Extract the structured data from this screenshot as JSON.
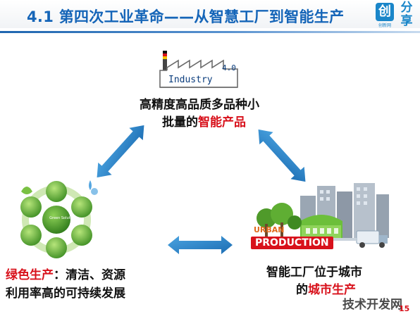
{
  "header": {
    "title": "4.1 第四次工业革命——从智慧工厂到智能生产",
    "logo_mark": "创",
    "logo_word": "分享",
    "logo_sub": "创新网"
  },
  "top_node": {
    "industry_label": "Industry",
    "industry_version": "4.0",
    "line1": "高精度高品质多品种小",
    "line2_plain": "批量的",
    "line2_highlight": "智能产品"
  },
  "left_node": {
    "line1_highlight": "绿色生产",
    "line1_plain": "：清洁、资源",
    "line2": "利用率高的可持续发展",
    "circle_labels": [
      "Green Solutions"
    ]
  },
  "right_node": {
    "banner_top": "URBAN",
    "banner_main": "PRODUCTION",
    "line1": "智能工厂位于城市",
    "line2_plain": "的",
    "line2_highlight": "城市生产"
  },
  "watermark": "技术开发网",
  "page_number": "15",
  "colors": {
    "title": "#1565b8",
    "highlight": "#d8111b",
    "arrow": "#2a86c9",
    "green": "#5aa82f"
  },
  "icons": {
    "arrows": "double-headed-arrow-icon",
    "factory": "factory-outline-icon",
    "green_cycle": "green-circle-cycle-icon",
    "city": "city-buildings-icon"
  }
}
